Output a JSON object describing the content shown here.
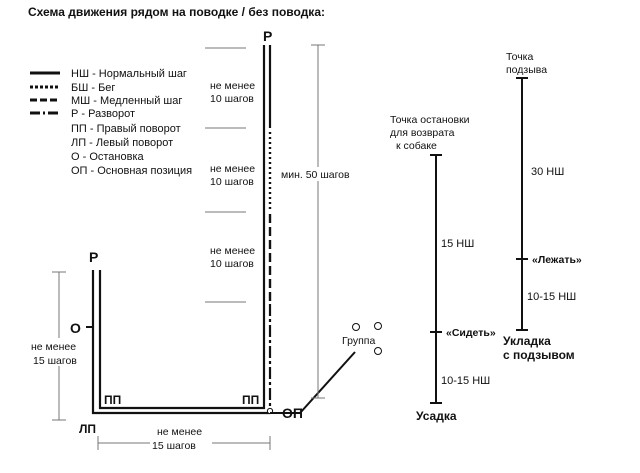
{
  "title": "Схема движения рядом на поводке / без поводка:",
  "legend": [
    {
      "label": "НШ - Нормальный шаг",
      "style": "solid"
    },
    {
      "label": "БШ - Бег",
      "style": "dotted"
    },
    {
      "label": "МШ - Медленный шаг",
      "style": "dashed"
    },
    {
      "label": "Р   -  Разворот",
      "style": "dashdot"
    },
    {
      "label": "ПП - Правый поворот",
      "style": "none"
    },
    {
      "label": "ЛП - Левый поворот",
      "style": "none"
    },
    {
      "label": "О  - Остановка",
      "style": "none"
    },
    {
      "label": "ОП - Основная позиция",
      "style": "none"
    }
  ],
  "route": {
    "p_top": "Р",
    "p_left": "Р",
    "o_left": "О",
    "pp_left": "ПП",
    "pp_right": "ПП",
    "lp": "ЛП",
    "op": "ОП",
    "group": "Группа",
    "segments": [
      [
        "не менее",
        "10 шагов"
      ],
      [
        "не менее",
        "10 шагов"
      ],
      [
        "не менее",
        "10 шагов"
      ]
    ],
    "min_total": "мин. 50 шагов",
    "left_span": [
      "не менее",
      "15 шагов"
    ],
    "bottom_span": [
      "не менее",
      "15 шагов"
    ]
  },
  "recall_stop": {
    "header": [
      "Точка остановки",
      "для возврата",
      "к собаке"
    ],
    "distance1": "15 НШ",
    "sit": "«Сидеть»",
    "distance2": "10-15 НШ",
    "end": "Усадка"
  },
  "recall_down": {
    "header": [
      "Точка",
      "подзыва"
    ],
    "distance1": "30 НШ",
    "down": "«Лежать»",
    "distance2": "10-15 НШ",
    "end": [
      "Укладка",
      "с подзывом"
    ]
  }
}
